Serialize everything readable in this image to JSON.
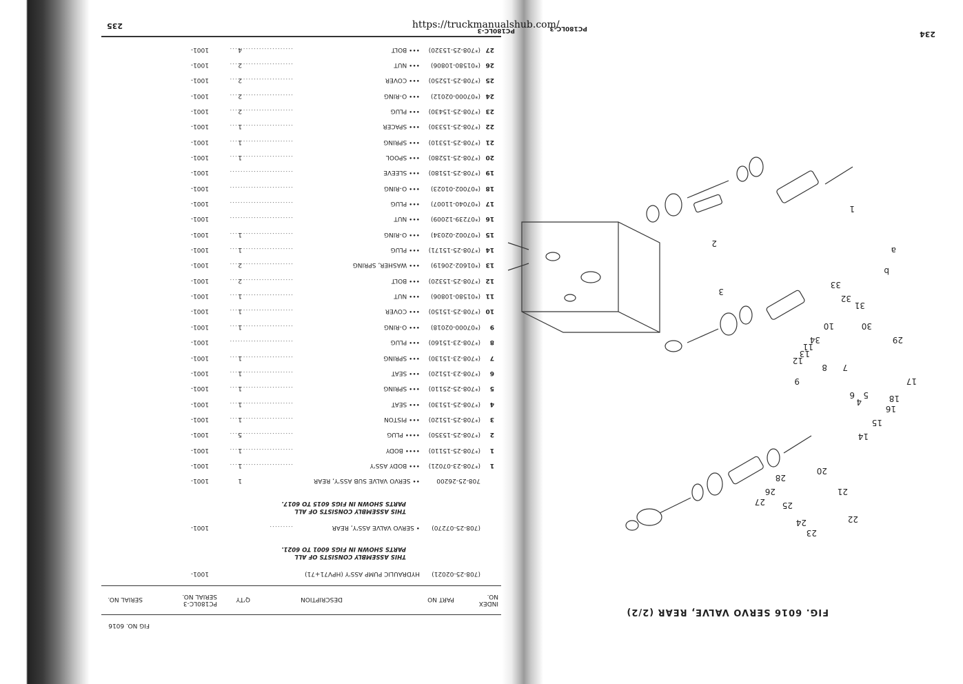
{
  "watermark_url": "https://truckmanualshub.com/",
  "left_page": {
    "page_number": "235",
    "model_header": "PC180LC-3",
    "fig_label": "FIG NO. 6016",
    "columns": {
      "index": "INDEX NO.",
      "part_no": "PART NO",
      "description": "DESCRIPTION",
      "qty": "Q'TY",
      "serial_model": "PC180LC-3",
      "serial_no": "SERIAL NO.",
      "serial_no_2": "SERIAL NO."
    },
    "assembly_rows": [
      {
        "index": "",
        "part": "(708-25-02021)",
        "desc": "HYDRAULIC PUMP ASS'Y (HPV71+71)",
        "qty": "",
        "serial": "1001-"
      },
      {
        "index": "",
        "part": "(708-25-07270)",
        "desc": "• SERVO VALVE ASS'Y, REAR",
        "qty": "",
        "serial": "1001-"
      },
      {
        "index": "",
        "part": "708-25-26200",
        "desc": "•• SERVO VALVE SUB ASS'Y, REAR",
        "qty": "1",
        "serial": "1001-"
      }
    ],
    "notes": [
      [
        "THIS ASSEMBLY CONSISTS OF ALL",
        "PARTS SHOWN IN FIGS 6001 TO 6021."
      ],
      [
        "THIS ASSEMBLY CONSISTS OF ALL",
        "PARTS SHOWN IN FIGS 6015 TO 6017."
      ]
    ],
    "parts": [
      {
        "index": "1",
        "part": "(*708-23-07021)",
        "desc": "••• BODY ASS'Y",
        "qty": "1",
        "serial": "1001-"
      },
      {
        "index": "1",
        "part": "(*708-25-15110)",
        "desc": "•••• BODY",
        "qty": "1",
        "serial": "1001-"
      },
      {
        "index": "2",
        "part": "(*708-25-15350)",
        "desc": "•••• PLUG",
        "qty": "5",
        "serial": "1001-"
      },
      {
        "index": "3",
        "part": "(*708-25-15120)",
        "desc": "••• PISTON",
        "qty": "1",
        "serial": "1001-"
      },
      {
        "index": "4",
        "part": "(*708-25-15130)",
        "desc": "••• SEAT",
        "qty": "1",
        "serial": "1001-"
      },
      {
        "index": "5",
        "part": "(*708-25-25110)",
        "desc": "••• SPRING",
        "qty": "1",
        "serial": "1001-"
      },
      {
        "index": "6",
        "part": "(*708-23-15120)",
        "desc": "••• SEAT",
        "qty": "1",
        "serial": "1001-"
      },
      {
        "index": "7",
        "part": "(*708-23-15130)",
        "desc": "••• SPRING",
        "qty": "1",
        "serial": "1001-"
      },
      {
        "index": "8",
        "part": "(*708-23-15160)",
        "desc": "••• PLUG",
        "qty": "",
        "serial": "1001-"
      },
      {
        "index": "9",
        "part": "(*07000-02018)",
        "desc": "••• O-RING",
        "qty": "1",
        "serial": "1001-"
      },
      {
        "index": "10",
        "part": "(*708-25-15150)",
        "desc": "••• COVER",
        "qty": "1",
        "serial": "1001-"
      },
      {
        "index": "11",
        "part": "(*01580-10806)",
        "desc": "••• NUT",
        "qty": "1",
        "serial": "1001-"
      },
      {
        "index": "12",
        "part": "(*708-25-15320)",
        "desc": "••• BOLT",
        "qty": "2",
        "serial": "1001-"
      },
      {
        "index": "13",
        "part": "(*01602-20619)",
        "desc": "••• WASHER, SPRING",
        "qty": "2",
        "serial": "1001-"
      },
      {
        "index": "14",
        "part": "(*708-25-15171)",
        "desc": "••• PLUG",
        "qty": "1",
        "serial": "1001-"
      },
      {
        "index": "15",
        "part": "(*07002-02034)",
        "desc": "••• O-RING",
        "qty": "1",
        "serial": "1001-"
      },
      {
        "index": "16",
        "part": "(*07239-12009)",
        "desc": "••• NUT",
        "qty": "",
        "serial": "1001-"
      },
      {
        "index": "17",
        "part": "(*07040-11007)",
        "desc": "••• PLUG",
        "qty": "",
        "serial": "1001-"
      },
      {
        "index": "18",
        "part": "(*07002-01023)",
        "desc": "••• O-RING",
        "qty": "",
        "serial": "1001-"
      },
      {
        "index": "19",
        "part": "(*708-25-15180)",
        "desc": "••• SLEEVE",
        "qty": "",
        "serial": "1001-"
      },
      {
        "index": "20",
        "part": "(*708-25-15280)",
        "desc": "••• SPOOL",
        "qty": "1",
        "serial": "1001-"
      },
      {
        "index": "21",
        "part": "(*708-25-15310)",
        "desc": "••• SPRING",
        "qty": "1",
        "serial": "1001-"
      },
      {
        "index": "22",
        "part": "(*708-25-15330)",
        "desc": "••• SPACER",
        "qty": "1",
        "serial": "1001-"
      },
      {
        "index": "23",
        "part": "(*708-25-15430)",
        "desc": "••• PLUG",
        "qty": "2",
        "serial": "1001-"
      },
      {
        "index": "24",
        "part": "(*07000-02012)",
        "desc": "••• O-RING",
        "qty": "2",
        "serial": "1001-"
      },
      {
        "index": "25",
        "part": "(*708-25-15250)",
        "desc": "••• COVER",
        "qty": "2",
        "serial": "1001-"
      },
      {
        "index": "26",
        "part": "(*01580-10806)",
        "desc": "••• NUT",
        "qty": "2",
        "serial": "1001-"
      },
      {
        "index": "27",
        "part": "(*708-25-15320)",
        "desc": "••• BOLT",
        "qty": "4",
        "serial": "1001-"
      }
    ]
  },
  "right_page": {
    "page_number": "234",
    "model_header": "PC180LC-3",
    "figure_title": "FIG. 6016  SERVO VALVE, REAR (2/2)",
    "callouts": [
      "1",
      "2",
      "3",
      "4",
      "5",
      "6",
      "7",
      "8",
      "9",
      "10",
      "11",
      "12",
      "13",
      "14",
      "15",
      "16",
      "17",
      "18",
      "20",
      "21",
      "22",
      "23",
      "24",
      "25",
      "26",
      "27",
      "28",
      "29",
      "30",
      "31",
      "32",
      "33",
      "34",
      "a",
      "b"
    ]
  },
  "colors": {
    "ink": "#222222",
    "binding_shadow": "#3a3a3a",
    "paper": "#ffffff"
  }
}
